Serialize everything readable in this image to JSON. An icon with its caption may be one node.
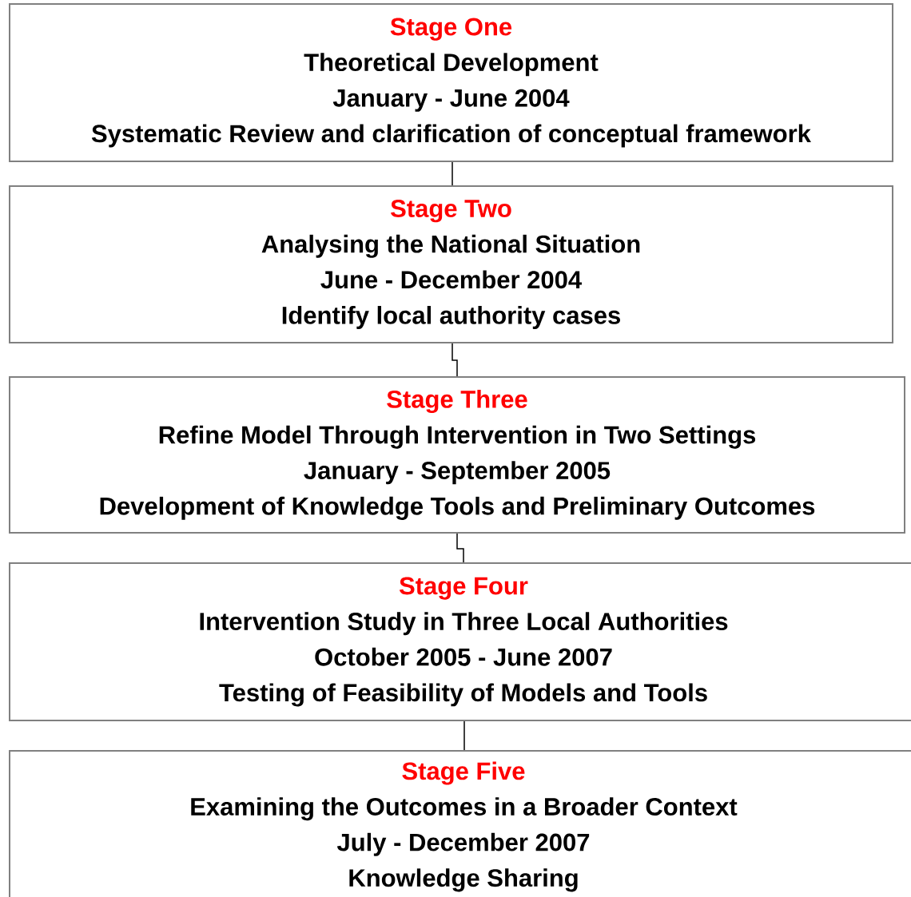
{
  "diagram": {
    "nodes": [
      {
        "text": [
          "Stage One",
          "Theoretical Development",
          "January - June 2004",
          "Systematic Review and clarification of conceptual framework"
        ]
      },
      {
        "text": [
          "Stage Two",
          "Analysing the National Situation",
          "June - December 2004",
          "Identify local authority cases"
        ]
      },
      {
        "text": [
          "Stage Three",
          "Refine Model Through Intervention in Two Settings",
          "January  - September 2005",
          "Development of Knowledge Tools and Preliminary Outcomes"
        ]
      },
      {
        "text": [
          "Stage Four",
          "Intervention Study in Three Local Authorities",
          "October 2005 - June 2007",
          "Testing of Feasibility of Models and Tools"
        ]
      },
      {
        "text": [
          "Stage Five",
          "Examining the Outcomes in a Broader Context",
          "July - December 2007",
          "Knowledge Sharing"
        ]
      }
    ],
    "edges": [
      {
        "from": 0,
        "to": 1,
        "arrow": "none"
      },
      {
        "from": 1,
        "to": 2,
        "arrow": "none"
      },
      {
        "from": 2,
        "to": 3,
        "arrow": "none"
      },
      {
        "from": 3,
        "to": 4,
        "arrow": "none"
      }
    ]
  }
}
